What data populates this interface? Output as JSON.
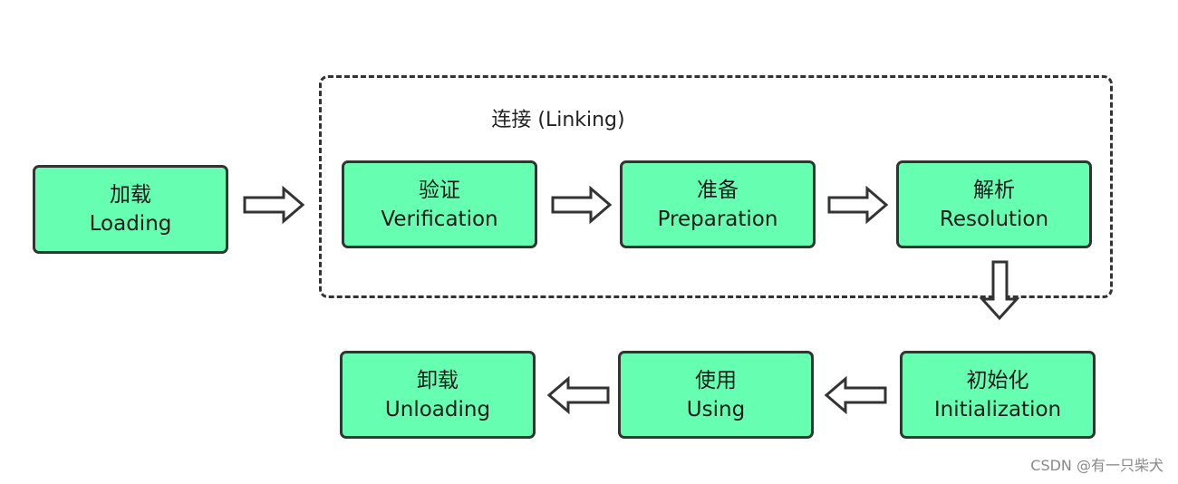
{
  "group": {
    "title": "连接 (Linking)"
  },
  "nodes": {
    "loading": {
      "zh": "加载",
      "en": "Loading"
    },
    "verification": {
      "zh": "验证",
      "en": "Verification"
    },
    "preparation": {
      "zh": "准备",
      "en": "Preparation"
    },
    "resolution": {
      "zh": "解析",
      "en": "Resolution"
    },
    "initialization": {
      "zh": "初始化",
      "en": "Initialization"
    },
    "using": {
      "zh": "使用",
      "en": "Using"
    },
    "unloading": {
      "zh": "卸载",
      "en": "Unloading"
    }
  },
  "colors": {
    "node_fill": "#66ffb2",
    "stroke": "#333333"
  },
  "watermark": "CSDN @有一只柴犬"
}
